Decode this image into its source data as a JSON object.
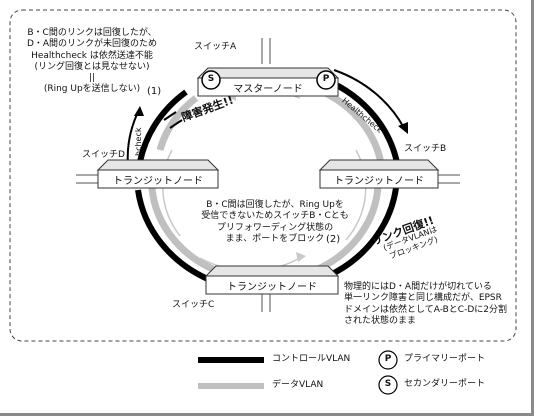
{
  "note_topleft": {
    "line1": "B・C間のリンクは回復したが、",
    "line2": "D・A間のリンクが未回復のため",
    "line3": "Healthcheck は依然送達不能",
    "line4": "(リング回復とは見なせない)",
    "line5": "||",
    "line6": "(Ring Upを送信しない)"
  },
  "step1": "(1)",
  "step2": "(2)",
  "switch_a": "スイッチA",
  "switch_b": "スイッチB",
  "switch_c": "スイッチC",
  "switch_d": "スイッチD",
  "node_master": "マスターノード",
  "node_transit_b": "トランジットノード",
  "node_transit_c": "トランジットノード",
  "node_transit_d": "トランジットノード",
  "port_p": "P",
  "port_s": "S",
  "healthcheck_right": "Healthcheck",
  "healthcheck_left": "hcheck",
  "fault": "障害発生!!",
  "center_note": {
    "line1": "B・C間は回復したが、Ring Upを",
    "line2": "受信できないためスイッチB・Cとも",
    "line3": "プリフォワーディング状態の",
    "line4": "まま、ポートをブロック"
  },
  "link_recovered": "リンク回復!!",
  "link_recovered_sub1": "(データVLANは",
  "link_recovered_sub2": "ブロッキング)",
  "bottom_right_note": {
    "line1": "物理的にはD・A間だけが切れている",
    "line2": "単一リンク障害と同じ構成だが、EPSR",
    "line3": "ドメインは依然としてA-BとC-Dに2分割",
    "line4": "された状態のまま"
  },
  "legend": {
    "control_vlan": "コントロールVLAN",
    "data_vlan": "データVLAN",
    "primary_port": "プライマリーポート",
    "secondary_port": "セカンダリーポート",
    "p_symbol": "P",
    "s_symbol": "S"
  },
  "colors": {
    "control_vlan": "#000000",
    "data_vlan": "#c0c0c0",
    "thin_link": "#a8a8a8"
  }
}
